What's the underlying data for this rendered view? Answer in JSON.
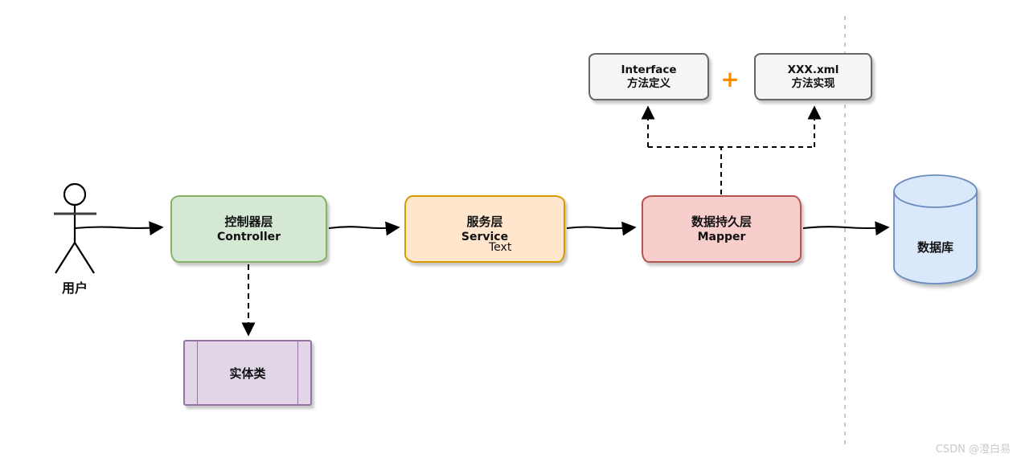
{
  "diagram_title": "web-app layered architecture flow",
  "actor": {
    "label": "用户"
  },
  "nodes": {
    "controller": {
      "line1": "控制器层",
      "line2": "Controller"
    },
    "service": {
      "line1": "服务层",
      "line2": "Service"
    },
    "service_overlay": "Text",
    "mapper": {
      "line1": "数据持久层",
      "line2": "Mapper"
    },
    "entity": {
      "label": "实体类"
    },
    "database": {
      "label": "数据库"
    },
    "interface_note": {
      "line1": "Interface",
      "line2": "方法定义"
    },
    "xml_note": {
      "line1": "XXX.xml",
      "line2": "方法实现"
    },
    "plus": "+"
  },
  "colors": {
    "controller_fill": "#d5e8d4",
    "controller_stroke": "#82b366",
    "service_fill": "#ffe6cc",
    "service_stroke": "#d79b00",
    "mapper_fill": "#f8cecc",
    "mapper_stroke": "#b85450",
    "entity_fill": "#e1d5e7",
    "entity_stroke": "#9673a6",
    "database_fill": "#dae8fc",
    "database_stroke": "#6c8ebf",
    "note_fill": "#f5f5f5",
    "note_stroke": "#666666",
    "plus_accent": "#fb8c00",
    "separator_line": "#b9b9b9",
    "arrow": "#000000"
  },
  "watermark": "CSDN @澄白易"
}
